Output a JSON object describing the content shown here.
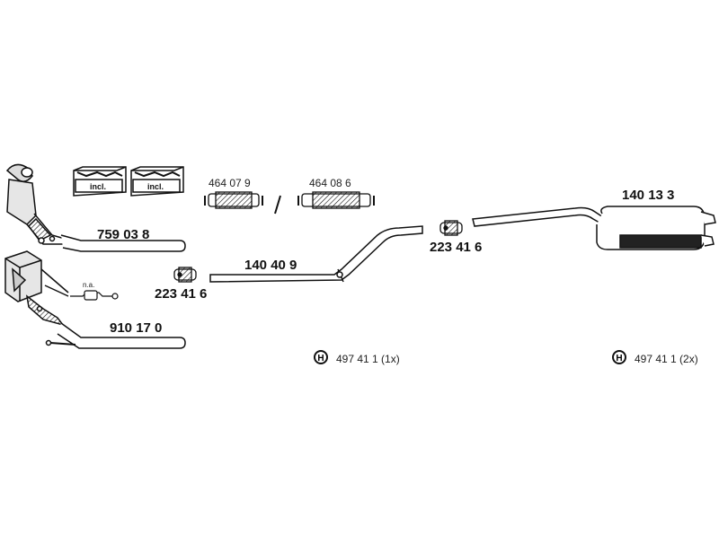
{
  "parts": {
    "front_pipe_upper": "759 03 8",
    "front_pipe_lower": "910 17 0",
    "flex_pipe_1": "464 07 9",
    "flex_pipe_2": "464 08 6",
    "separator": "/",
    "center_pipe": "140 40 9",
    "clamp_left": "223 41 6",
    "clamp_right": "223 41 6",
    "rear_muffler": "140 13 3"
  },
  "incl_badges": [
    "incl.",
    "incl."
  ],
  "sensor_note": "n.a.",
  "hangers": [
    {
      "part": "497 41 1 (1x)",
      "icon_symbol": "H"
    },
    {
      "part": "497 41 1 (2x)",
      "icon_symbol": "H"
    }
  ],
  "colors": {
    "line": "#111111",
    "fill_light": "#e6e6e6",
    "fill_dark": "#222222"
  }
}
